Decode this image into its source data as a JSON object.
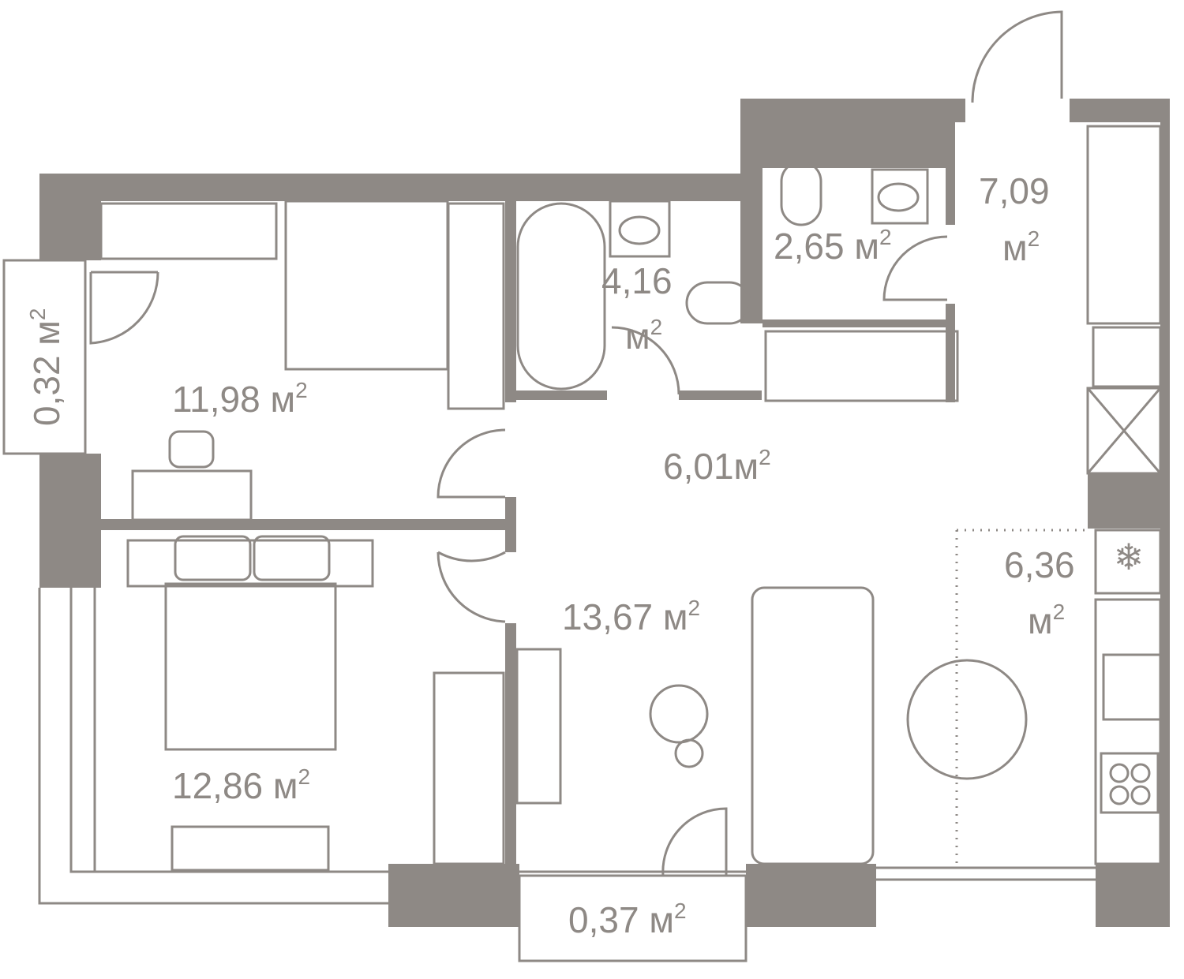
{
  "colors": {
    "wall": "#8e8985",
    "background": "#ffffff"
  },
  "unit": "м",
  "unit_power": "2",
  "rooms": [
    {
      "id": "balcony-left",
      "area": "0,32"
    },
    {
      "id": "bedroom-1",
      "area": "11,98"
    },
    {
      "id": "bathroom",
      "area": "4,16"
    },
    {
      "id": "wc",
      "area": "2,65"
    },
    {
      "id": "entrance-hall",
      "area": "7,09"
    },
    {
      "id": "corridor",
      "area": "6,01"
    },
    {
      "id": "kitchen",
      "area": "6,36"
    },
    {
      "id": "living-room",
      "area": "13,67"
    },
    {
      "id": "bedroom-2",
      "area": "12,86"
    },
    {
      "id": "balcony-bottom",
      "area": "0,37"
    }
  ]
}
